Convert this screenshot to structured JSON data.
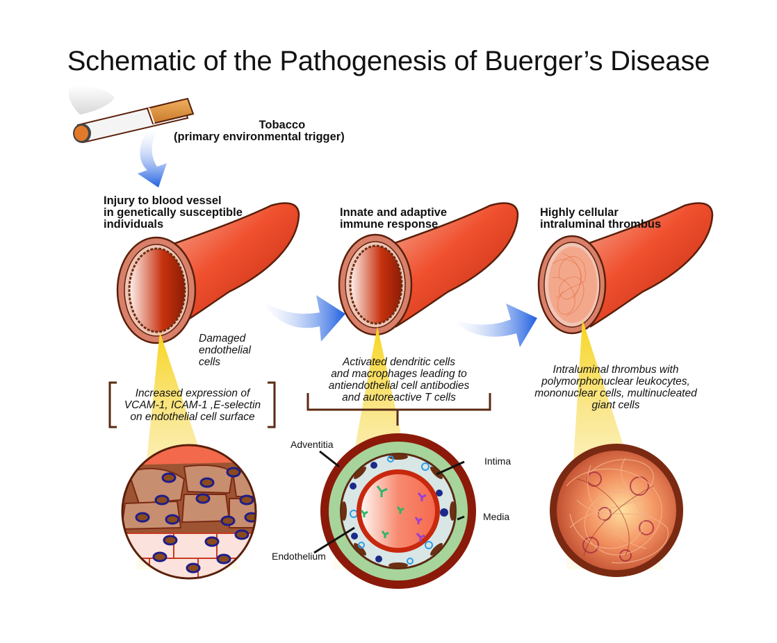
{
  "title": "Schematic of the Pathogenesis of Buerger’s Disease",
  "trigger": {
    "icon": "cigarette-icon",
    "line1": "Tobacco",
    "line2": "(primary environmental trigger)"
  },
  "stages": [
    {
      "title_lines": [
        "Injury to blood vessel",
        "in genetically susceptible",
        "individuals"
      ],
      "note_lines": [
        "Damaged",
        "endothelial",
        "cells"
      ],
      "caption_lines": [
        "Increased expression of",
        "VCAM-1, ICAM-1 ,E-selectin",
        "on endothelial cell surface"
      ],
      "detail_icon": "endothelial-cells-closeup"
    },
    {
      "title_lines": [
        "Innate and adaptive",
        "immune response"
      ],
      "caption_lines": [
        "Activated dendritic cells",
        "and macrophages leading to",
        "antiendothelial cell antibodies",
        "and autoreactive T cells"
      ],
      "detail_icon": "vessel-cross-section",
      "layer_labels": {
        "adventitia": "Adventitia",
        "intima": "Intima",
        "media": "Media",
        "endothelium": "Endothelium"
      }
    },
    {
      "title_lines": [
        "Highly cellular",
        "intraluminal thrombus"
      ],
      "caption_lines": [
        "Intraluminal thrombus with",
        "polymorphonuclear leukocytes,",
        "mononuclear cells, multinucleated",
        "giant cells"
      ],
      "detail_icon": "thrombus-closeup"
    }
  ],
  "colors": {
    "vessel": "#e8452a",
    "vessel_outline": "#5a1f0a",
    "arrow": "#1f5fe0",
    "highlight": "#f5d320",
    "bracket": "#5a2a12",
    "adventitia": "#8b1a0a",
    "media": "#a7d49a",
    "intima": "#d8e6e6"
  }
}
